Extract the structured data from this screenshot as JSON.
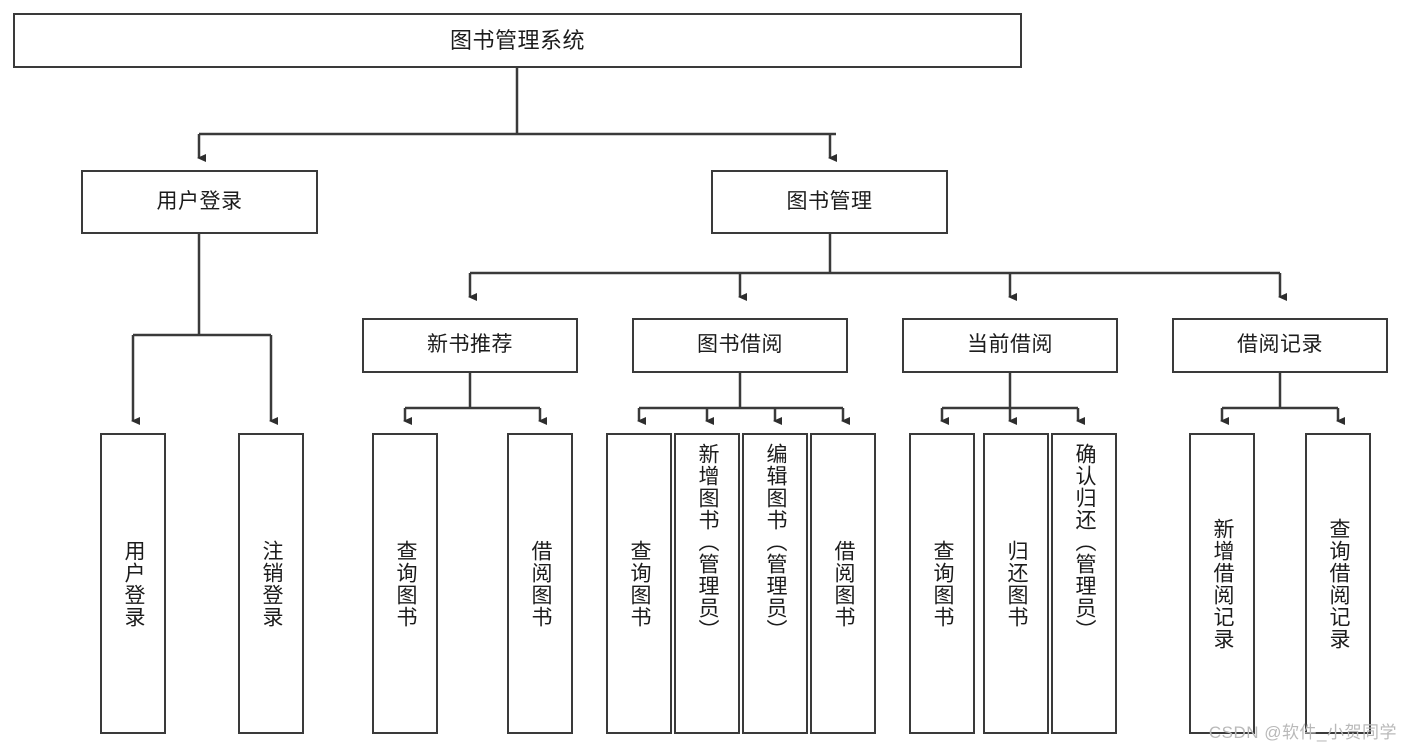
{
  "diagram": {
    "title": "图书管理系统",
    "watermark": "CSDN @软件_小贺同学",
    "type": "tree-diagram",
    "stroke_color": "#3a3a3a",
    "background_color": "#ffffff",
    "nodes": {
      "root": {
        "label": "图书管理系统"
      },
      "level2": [
        {
          "id": "user-login",
          "label": "用户登录"
        },
        {
          "id": "book-manage",
          "label": "图书管理"
        }
      ],
      "level3": [
        {
          "id": "new-book-rec",
          "label": "新书推荐"
        },
        {
          "id": "book-borrow",
          "label": "图书借阅"
        },
        {
          "id": "current-borrow",
          "label": "当前借阅"
        },
        {
          "id": "borrow-record",
          "label": "借阅记录"
        }
      ],
      "leaves": {
        "user_login": [
          {
            "id": "leaf-user-login",
            "label": "用户登录"
          },
          {
            "id": "leaf-logout",
            "label": "注销登录"
          }
        ],
        "new_book_rec": [
          {
            "id": "leaf-query-book-1",
            "label": "查询图书"
          },
          {
            "id": "leaf-borrow-book-1",
            "label": "借阅图书"
          }
        ],
        "book_borrow": [
          {
            "id": "leaf-query-book-2",
            "label": "查询图书"
          },
          {
            "id": "leaf-add-book",
            "label": "新增图书（管理员）"
          },
          {
            "id": "leaf-edit-book",
            "label": "编辑图书（管理员）"
          },
          {
            "id": "leaf-borrow-book-2",
            "label": "借阅图书"
          }
        ],
        "current_borrow": [
          {
            "id": "leaf-query-book-3",
            "label": "查询图书"
          },
          {
            "id": "leaf-return-book",
            "label": "归还图书"
          },
          {
            "id": "leaf-confirm-return",
            "label": "确认归还（管理员）"
          }
        ],
        "borrow_record": [
          {
            "id": "leaf-add-record",
            "label": "新增借阅记录"
          },
          {
            "id": "leaf-query-record",
            "label": "查询借阅记录"
          }
        ]
      }
    }
  }
}
